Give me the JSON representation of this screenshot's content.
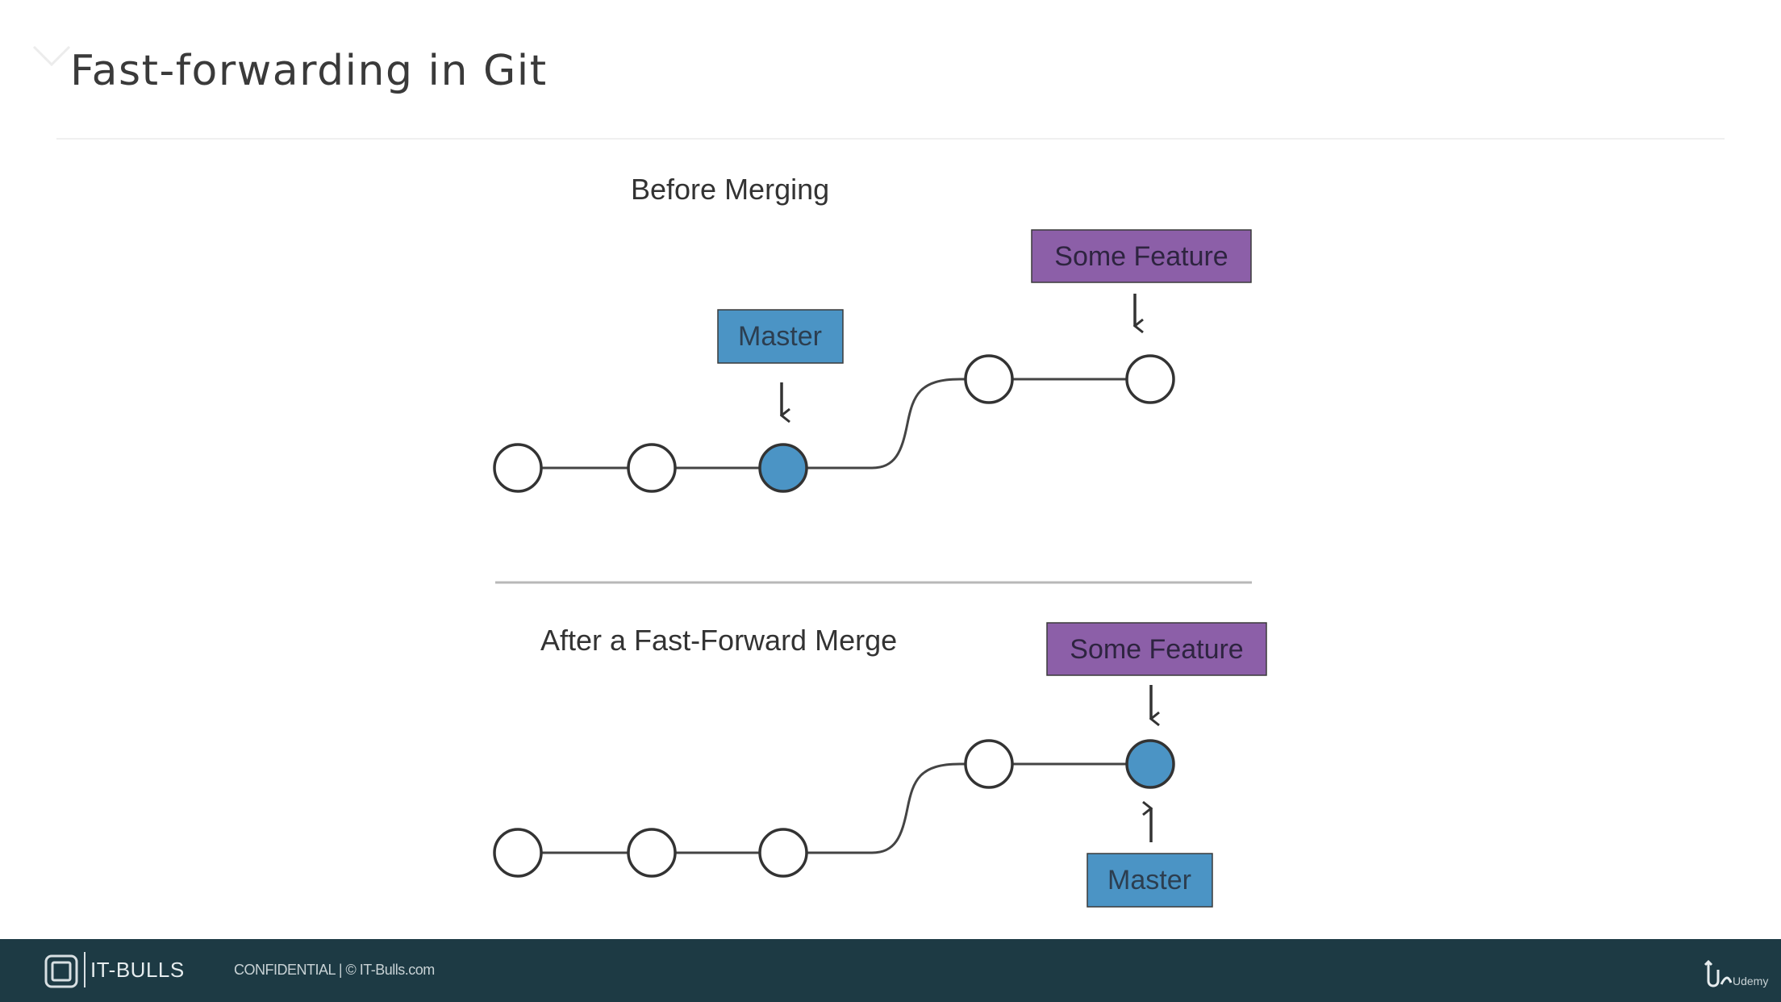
{
  "slide": {
    "title": "Fast-forwarding in Git"
  },
  "diagram": {
    "before": {
      "heading": "Before Merging",
      "master_label": "Master",
      "feature_label": "Some Feature"
    },
    "after": {
      "heading": "After a Fast-Forward Merge",
      "master_label": "Master",
      "feature_label": "Some Feature"
    }
  },
  "colors": {
    "master_box": "#4b94c5",
    "feature_box": "#8c5fa8",
    "active_commit": "#4b94c5",
    "footer_bg": "#1d3a44"
  },
  "footer": {
    "brand": "IT-BULLS",
    "legal": "CONFIDENTIAL  |  © IT-Bulls.com",
    "platform": "Udemy"
  }
}
